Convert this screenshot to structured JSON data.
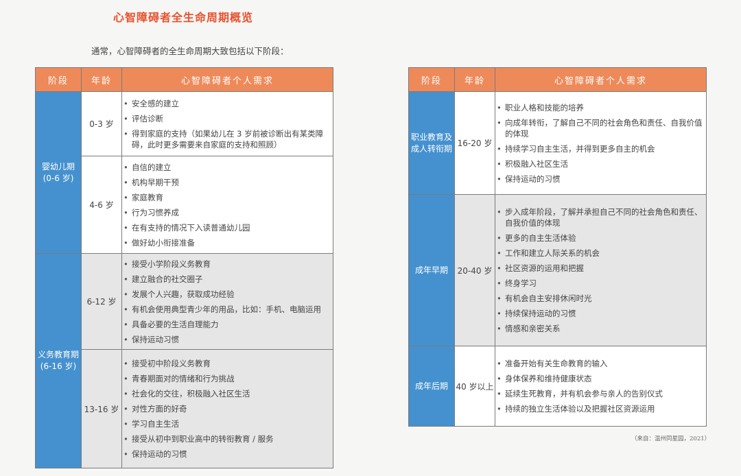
{
  "title": "心智障碍者全生命周期概览",
  "intro": "通常，心智障碍者的全生命周期大致包括以下阶段：",
  "headers": {
    "stage": "阶段",
    "age": "年龄",
    "needs": "心智障碍者个人需求"
  },
  "left": {
    "stages": [
      {
        "name": "婴幼儿期",
        "range": "(0-6 岁)"
      },
      {
        "name": "义务教育期",
        "range": "(6-16 岁)"
      }
    ],
    "rows": [
      {
        "age": "0-3 岁",
        "items": [
          "安全感的建立",
          "评估诊断",
          "得到家庭的支持（如果幼儿在 3 岁前被诊断出有某类障碍，此时更多需要来自家庭的支持和照顾）"
        ]
      },
      {
        "age": "4-6 岁",
        "items": [
          "自信的建立",
          "机构早期干预",
          "家庭教育",
          "行为习惯养成",
          "在有支持的情况下入读普通幼儿园",
          "做好幼小衔接准备"
        ]
      },
      {
        "age": "6-12 岁",
        "items": [
          "接受小学阶段义务教育",
          "建立融合的社交圈子",
          "发展个人兴趣，获取成功经验",
          "有机会使用典型青少年的用品，比如：手机、电脑运用",
          "具备必要的生活自理能力",
          "保持运动习惯"
        ]
      },
      {
        "age": "13-16 岁",
        "items": [
          "接受初中阶段义务教育",
          "青春期面对的情绪和行为挑战",
          "社会化的交往，积极融入社区生活",
          "对性方面的好奇",
          "学习自主生活",
          "接受从初中到职业高中的转衔教育 / 服务",
          "保持运动的习惯"
        ]
      }
    ]
  },
  "right": {
    "rows": [
      {
        "stage": "职业教育及成人转衔期",
        "age": "16-20 岁",
        "items": [
          "职业人格和技能的培养",
          "向成年转衔，了解自己不同的社会角色和责任、自我价值的体现",
          "持续学习自主生活，并得到更多自主的机会",
          "积极融入社区生活",
          "保持运动的习惯"
        ]
      },
      {
        "stage": "成年早期",
        "age": "20-40 岁",
        "items": [
          "步入成年阶段，了解并承担自己不同的社会角色和责任、自我价值的体现",
          "更多的自主生活体验",
          "工作和建立人际关系的机会",
          "社区资源的运用和把握",
          "终身学习",
          "有机会自主安排休闲时光",
          "持续保持运动的习惯",
          "情感和亲密关系"
        ]
      },
      {
        "stage": "成年后期",
        "age": "40 岁以上",
        "items": [
          "准备开始有关生命教育的输入",
          "身体保养和维持健康状态",
          "延续生死教育，并有机会参与亲人的告别仪式",
          "持续的独立生活体验以及把握社区资源运用"
        ]
      }
    ]
  },
  "source": "（来自：温州同星园，2021）"
}
